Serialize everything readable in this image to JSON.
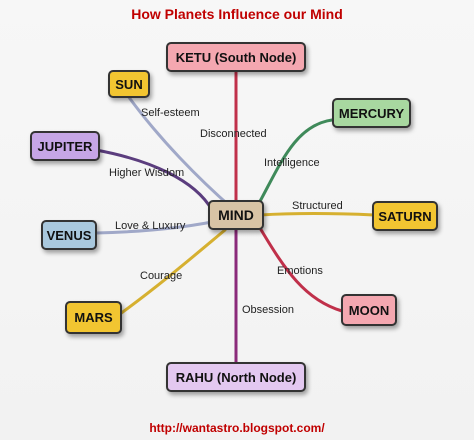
{
  "title": "How Planets Influence our Mind",
  "footer": "http://wantastro.blogspot.com/",
  "center": {
    "label": "MIND",
    "color": "#d8c3a5"
  },
  "nodes": {
    "ketu": {
      "label": "KETU (South Node)",
      "color": "#f4a7b0",
      "link": "#c0304a"
    },
    "sun": {
      "label": "SUN",
      "color": "#f2c531",
      "link": "#a0a8c8"
    },
    "jupiter": {
      "label": "JUPITER",
      "color": "#c6a6e6",
      "link": "#5b3d7e"
    },
    "venus": {
      "label": "VENUS",
      "color": "#a9c8dd",
      "link": "#a0a8c8"
    },
    "mars": {
      "label": "MARS",
      "color": "#f2c531",
      "link": "#d6b030"
    },
    "mercury": {
      "label": "MERCURY",
      "color": "#a8d8a0",
      "link": "#3f8a5a"
    },
    "saturn": {
      "label": "SATURN",
      "color": "#f2c531",
      "link": "#d6b030"
    },
    "moon": {
      "label": "MOON",
      "color": "#f4a7b0",
      "link": "#c0304a"
    },
    "rahu": {
      "label": "RAHU (North Node)",
      "color": "#e3c8f0",
      "link": "#8a2a7a"
    }
  },
  "labels": {
    "self_esteem": "Self-esteem",
    "disconnected": "Disconnected",
    "intelligence": "Intelligence",
    "higher_wisdom": "Higher Wisdom",
    "structured": "Structured",
    "love_luxury": "Love & Luxury",
    "courage": "Courage",
    "emotions": "Emotions",
    "obsession": "Obsession"
  }
}
